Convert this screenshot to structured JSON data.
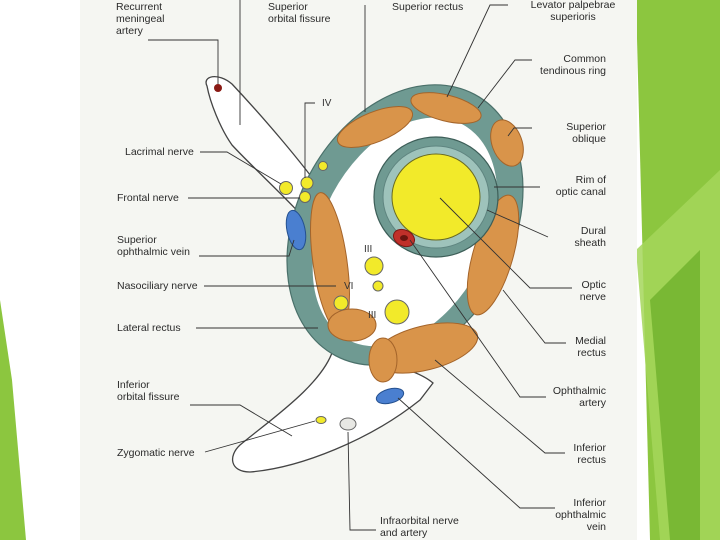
{
  "colors": {
    "green_accent": "#8cc63f",
    "green_dark": "#5a9a1e",
    "muscle": "#d9944a",
    "muscle_edge": "#a4642a",
    "ring": "#6f9a92",
    "eye": "#f2ea2a",
    "sheath": "#8fb8b0",
    "vein": "#4a7fd0",
    "artery": "#c0302a",
    "paper": "#f5f6f2"
  },
  "labels_left": {
    "recurrent_meningeal_artery": [
      "Recurrent",
      "meningeal",
      "artery"
    ],
    "lacrimal_nerve": [
      "Lacrimal nerve"
    ],
    "frontal_nerve": [
      "Frontal nerve"
    ],
    "superior_ophthalmic_vein": [
      "Superior",
      "ophthalmic vein"
    ],
    "nasociliary_nerve": [
      "Nasociliary nerve"
    ],
    "lateral_rectus": [
      "Lateral rectus"
    ],
    "inferior_orbital_fissure": [
      "Inferior",
      "orbital fissure"
    ],
    "zygomatic_nerve": [
      "Zygomatic nerve"
    ]
  },
  "labels_top": {
    "superior_orbital_fissure": [
      "Superior",
      "orbital fissure"
    ],
    "superior_rectus": [
      "Superior rectus"
    ],
    "levator_palpebrae_superioris": [
      "Levator palpebrae",
      "superioris"
    ]
  },
  "labels_right": {
    "common_tendinous_ring": [
      "Common",
      "tendinous ring"
    ],
    "superior_oblique": [
      "Superior",
      "oblique"
    ],
    "rim_of_optic_canal": [
      "Rim of",
      "optic canal"
    ],
    "dural_sheath": [
      "Dural",
      "sheath"
    ],
    "optic_nerve": [
      "Optic",
      "nerve"
    ],
    "medial_rectus": [
      "Medial",
      "rectus"
    ],
    "ophthalmic_artery": [
      "Ophthalmic",
      "artery"
    ],
    "inferior_rectus": [
      "Inferior",
      "rectus"
    ],
    "inferior_ophthalmic_vein": [
      "Inferior",
      "ophthalmic",
      "vein"
    ]
  },
  "labels_bottom": {
    "infraorbital_nerve_and_artery": [
      "Infraorbital nerve",
      "and artery"
    ]
  },
  "nerve_numbers": {
    "iv": "IV",
    "iii_upper": "III",
    "vi": "VI",
    "iii_lower": "III"
  }
}
